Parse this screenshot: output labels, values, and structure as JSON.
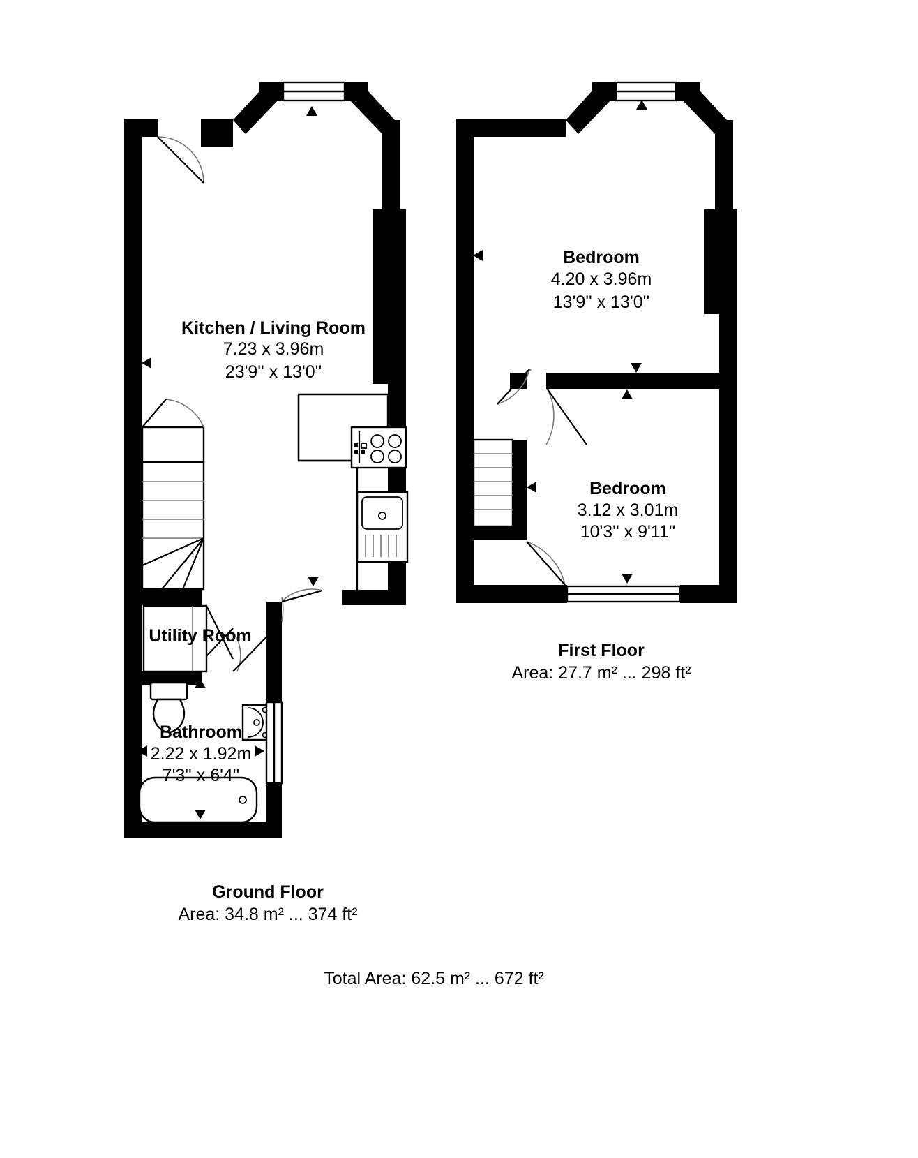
{
  "document": {
    "type": "floor-plan",
    "total_area_label": "Total Area: 62.5 m² ... 672 ft²"
  },
  "floors": [
    {
      "id": "ground",
      "title": "Ground Floor",
      "area_label": "Area: 34.8 m² ... 374 ft²",
      "area_metric": "34.8 m²",
      "area_imperial": "374 ft²",
      "rooms": [
        {
          "id": "kitchen-living-room",
          "name": "Kitchen / Living Room",
          "dim_metric": "7.23 x 3.96m",
          "dim_imperial": "23'9'' x 13'0''"
        },
        {
          "id": "utility-room",
          "name": "Utility Room",
          "dim_metric": "",
          "dim_imperial": ""
        },
        {
          "id": "bathroom",
          "name": "Bathroom",
          "dim_metric": "2.22 x 1.92m",
          "dim_imperial": "7'3''  x 6'4''"
        }
      ]
    },
    {
      "id": "first",
      "title": "First Floor",
      "area_label": "Area: 27.7 m² ... 298 ft²",
      "area_metric": "27.7 m²",
      "area_imperial": "298 ft²",
      "rooms": [
        {
          "id": "bedroom-1",
          "name": "Bedroom",
          "dim_metric": "4.20 x 3.96m",
          "dim_imperial": "13'9'' x 13'0''"
        },
        {
          "id": "bedroom-2",
          "name": "Bedroom",
          "dim_metric": "3.12 x 3.01m",
          "dim_imperial": "10'3'' x 9'11''"
        }
      ]
    }
  ],
  "colors": {
    "wall": "#000000",
    "background": "#ffffff",
    "fixture_stroke": "#000000",
    "door_arc": "#777777"
  },
  "symbols": {
    "stairs": "staircase-symbol",
    "bay_window": "bay-window-symbol",
    "window": "window-symbol",
    "door": "door-swing-symbol",
    "hob": "kitchen-hob-symbol",
    "sink": "kitchen-sink-symbol",
    "toilet": "toilet-symbol",
    "basin": "wash-basin-symbol",
    "bath": "bathtub-symbol",
    "dimension_arrow": "dimension-arrow-marker"
  }
}
